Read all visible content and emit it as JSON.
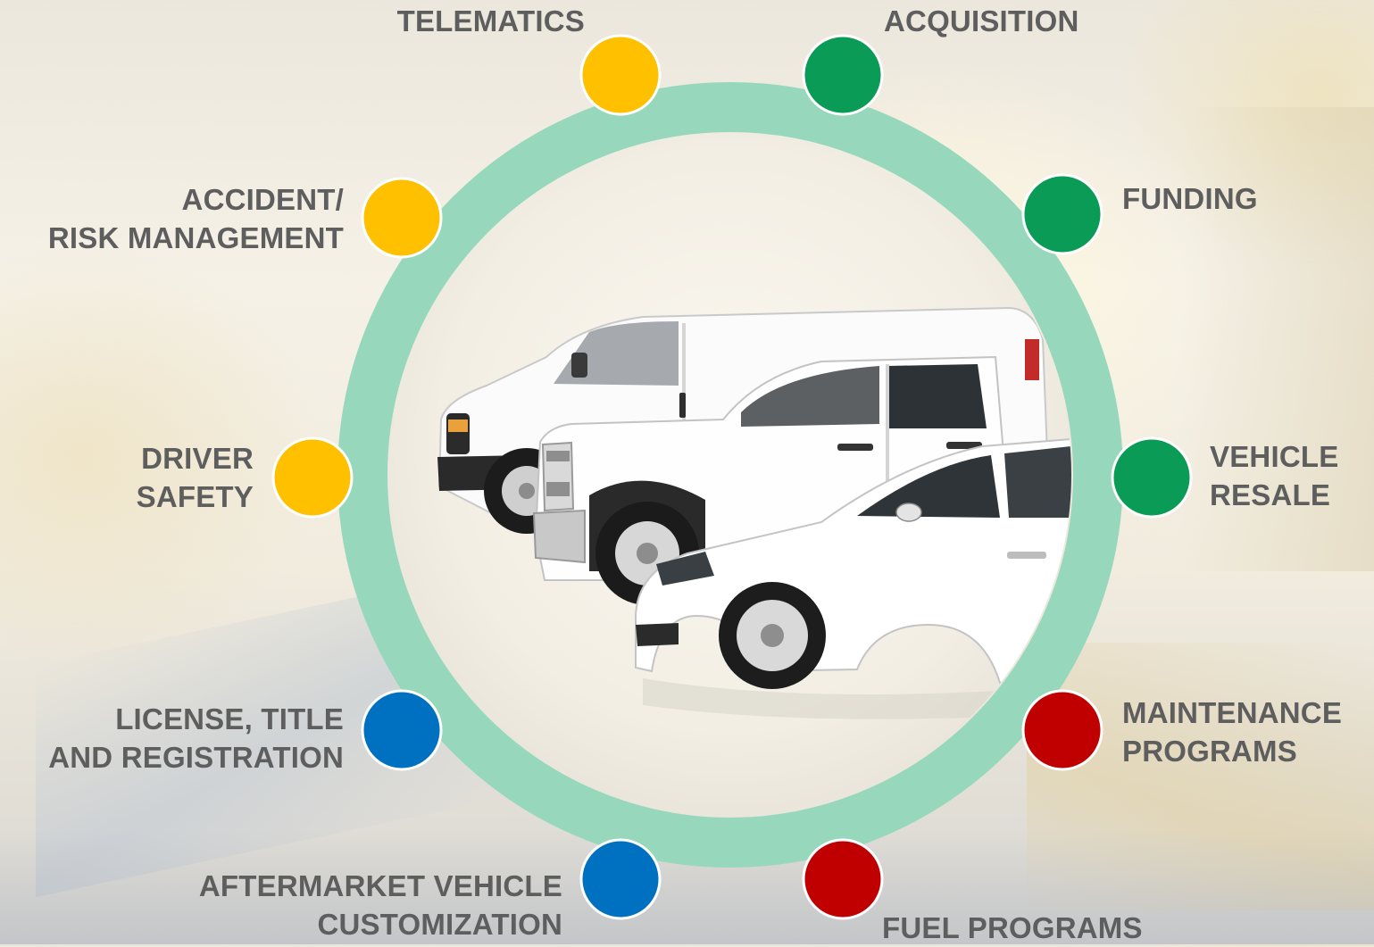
{
  "colors": {
    "ring": "#97d8bd",
    "yellow": "#ffc000",
    "green": "#0a9b57",
    "red": "#c00000",
    "blue": "#0070c0",
    "label": "#5e5e5e"
  },
  "center_image": "white-fleet-vehicles-van-pickup-sedan",
  "nodes": [
    {
      "id": "telematics",
      "color": "yellow",
      "lines": [
        "TELEMATICS"
      ]
    },
    {
      "id": "acquisition",
      "color": "green",
      "lines": [
        "ACQUISITION"
      ]
    },
    {
      "id": "funding",
      "color": "green",
      "lines": [
        "FUNDING"
      ]
    },
    {
      "id": "vehicle-resale",
      "color": "green",
      "lines": [
        "VEHICLE",
        "RESALE"
      ]
    },
    {
      "id": "maintenance-programs",
      "color": "red",
      "lines": [
        "MAINTENANCE",
        "PROGRAMS"
      ]
    },
    {
      "id": "fuel-programs",
      "color": "red",
      "lines": [
        "FUEL PROGRAMS"
      ]
    },
    {
      "id": "aftermarket-customization",
      "color": "blue",
      "lines": [
        "AFTERMARKET VEHICLE",
        "CUSTOMIZATION"
      ]
    },
    {
      "id": "license-title-registration",
      "color": "blue",
      "lines": [
        "LICENSE, TITLE",
        "AND REGISTRATION"
      ]
    },
    {
      "id": "driver-safety",
      "color": "yellow",
      "lines": [
        "DRIVER",
        "SAFETY"
      ]
    },
    {
      "id": "accident-risk-management",
      "color": "yellow",
      "lines": [
        "ACCIDENT/",
        "RISK MANAGEMENT"
      ]
    }
  ]
}
